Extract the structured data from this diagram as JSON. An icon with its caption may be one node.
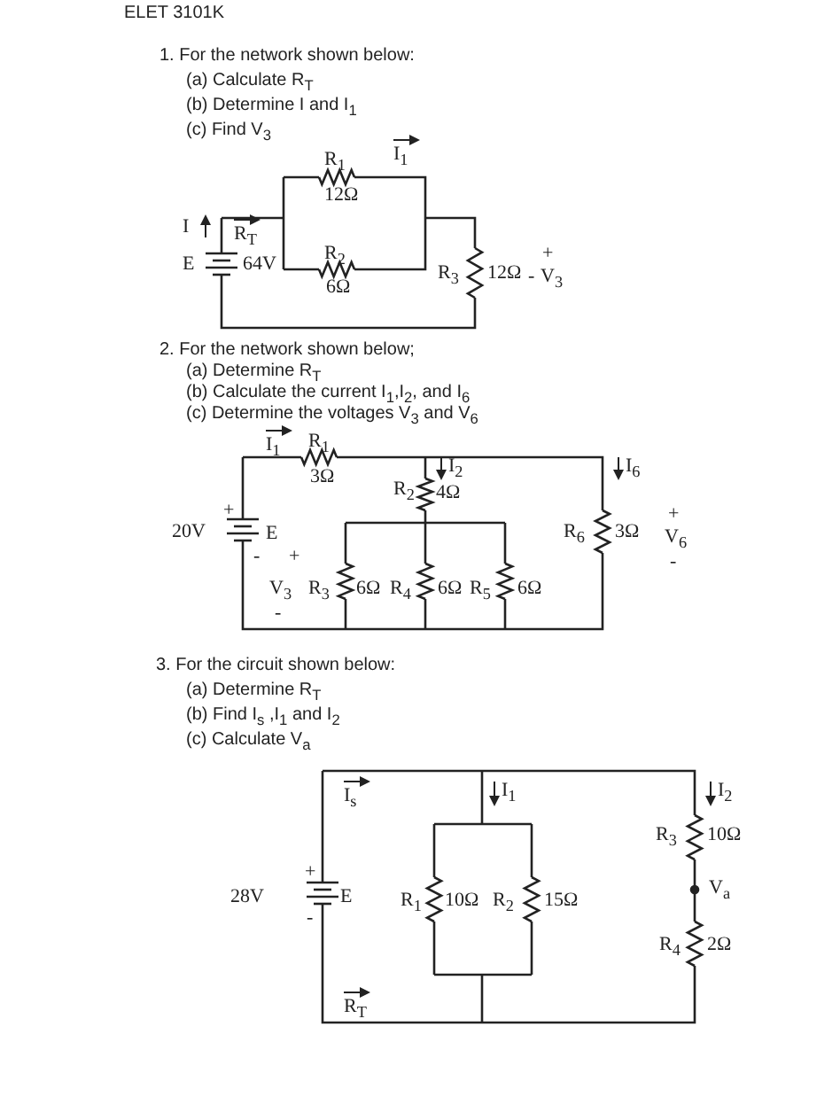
{
  "diagram": {
    "labels": [
      "ELET 3101K",
      "1. For the network shown below:",
      "(a) Calculate R$_{T}$",
      "(b) Determine I and I$_{1}$",
      "(c) Find V$_{3}$",
      "R$_{1}$",
      "I$_{1}$",
      "12Ω",
      "I",
      "R$_{T}$",
      "E",
      "64V",
      "R$_{2}$",
      "6Ω",
      "R$_{3}$",
      "12Ω",
      "+",
      "-",
      "V$_{3}$",
      "2. For the network shown below;",
      "(a) Determine R$_{T}$",
      "(b) Calculate the current I$_{1}$,I$_{2}$, and I$_{6}$",
      "(c) Determine the voltages V$_{3}$ and V$_{6}$",
      "I$_{1}$",
      "R$_{1}$",
      "3Ω",
      "I$_{2}$",
      "I$_{6}$",
      "R$_{2}$",
      "4Ω",
      "+",
      "20V",
      "E",
      "-",
      "R$_{6}$",
      "3Ω",
      "+",
      "V$_{6}$",
      "-",
      "+",
      "V$_{3}$",
      "R$_{3}$",
      "6Ω",
      "R$_{4}$",
      "6Ω",
      "R$_{5}$",
      "6Ω",
      "-",
      "3. For the circuit shown below:",
      "(a) Determine R$_{T}$",
      "(b) Find I$_{s}$ ,I$_{1}$ and I$_{2}$",
      "(c) Calculate V$_{a}$",
      "I$_{s}$",
      "I$_{1}$",
      "I$_{2}$",
      "R$_{3}$",
      "10Ω",
      "V$_{a}$",
      "+",
      "28V",
      "E",
      "-",
      "R$_{1}$",
      "10Ω",
      "R$_{2}$",
      "15Ω",
      "R$_{4}$",
      "2Ω",
      "R$_{T}$"
    ]
  }
}
